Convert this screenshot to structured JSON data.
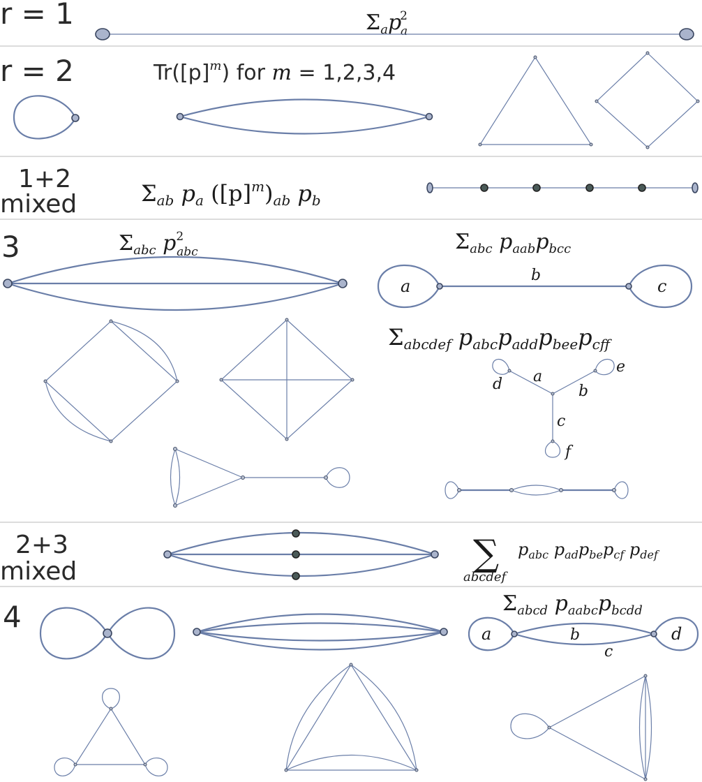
{
  "rows": {
    "r1": {
      "label": "r = 1",
      "formula": "Σ",
      "formula_sub": "a",
      "formula_p": "p",
      "formula_sup": "2",
      "formula_psub": "a"
    },
    "r2": {
      "label": "r = 2",
      "formula": "Tr([p]",
      "formula_sup": "m",
      "formula_tail": ") for ",
      "formula_m": "m",
      "formula_vals": " = 1,2,3,4"
    },
    "mixed12": {
      "label_line1": "1+2",
      "label_line2": "mixed",
      "formula_sigma": "Σ",
      "formula_sub": "ab",
      "formula_body": " p",
      "formula_body_sub": "a",
      "formula_mid": "  ([p]",
      "formula_mid_sup": "m",
      "formula_mid2": ")",
      "formula_mid2_sub": "ab",
      "formula_end": " p",
      "formula_end_sub": "b"
    },
    "r3": {
      "label": "3",
      "formula1_sigma": "Σ",
      "formula1_sub": "abc",
      "formula1_p": " p",
      "formula1_sup": "2",
      "formula1_psub": "abc",
      "formula2_sigma": "Σ",
      "formula2_sub": "abc",
      "formula2_p1": " p",
      "formula2_p1sub": "aab",
      "formula2_p2": "p",
      "formula2_p2sub": "bcc",
      "dumbbell_labels": [
        "a",
        "b",
        "c"
      ],
      "formula3_sigma": "Σ",
      "formula3_sub": "abcdef",
      "formula3_terms": [
        {
          "p": " p",
          "sub": "abc"
        },
        {
          "p": "p",
          "sub": "add"
        },
        {
          "p": "p",
          "sub": "bee"
        },
        {
          "p": "p",
          "sub": "cff"
        }
      ],
      "star_labels": [
        "a",
        "b",
        "c",
        "d",
        "e",
        "f"
      ]
    },
    "mixed23": {
      "label_line1": "2+3",
      "label_line2": "mixed",
      "formula_sigma": "∑",
      "formula_sub": "abcdef",
      "formula_terms": [
        {
          "p": "p",
          "sub": "abc"
        },
        {
          "p": " p",
          "sub": "ad"
        },
        {
          "p": "p",
          "sub": "be"
        },
        {
          "p": "p",
          "sub": "cf"
        },
        {
          "p": " p",
          "sub": "def"
        }
      ]
    },
    "r4": {
      "label": "4",
      "formula_sigma": "Σ",
      "formula_sub": "abcd",
      "formula_p1": " p",
      "formula_p1sub": "aabc",
      "formula_p2": "p",
      "formula_p2sub": "bcdd",
      "graph_labels": [
        "a",
        "b",
        "c",
        "d"
      ]
    }
  }
}
